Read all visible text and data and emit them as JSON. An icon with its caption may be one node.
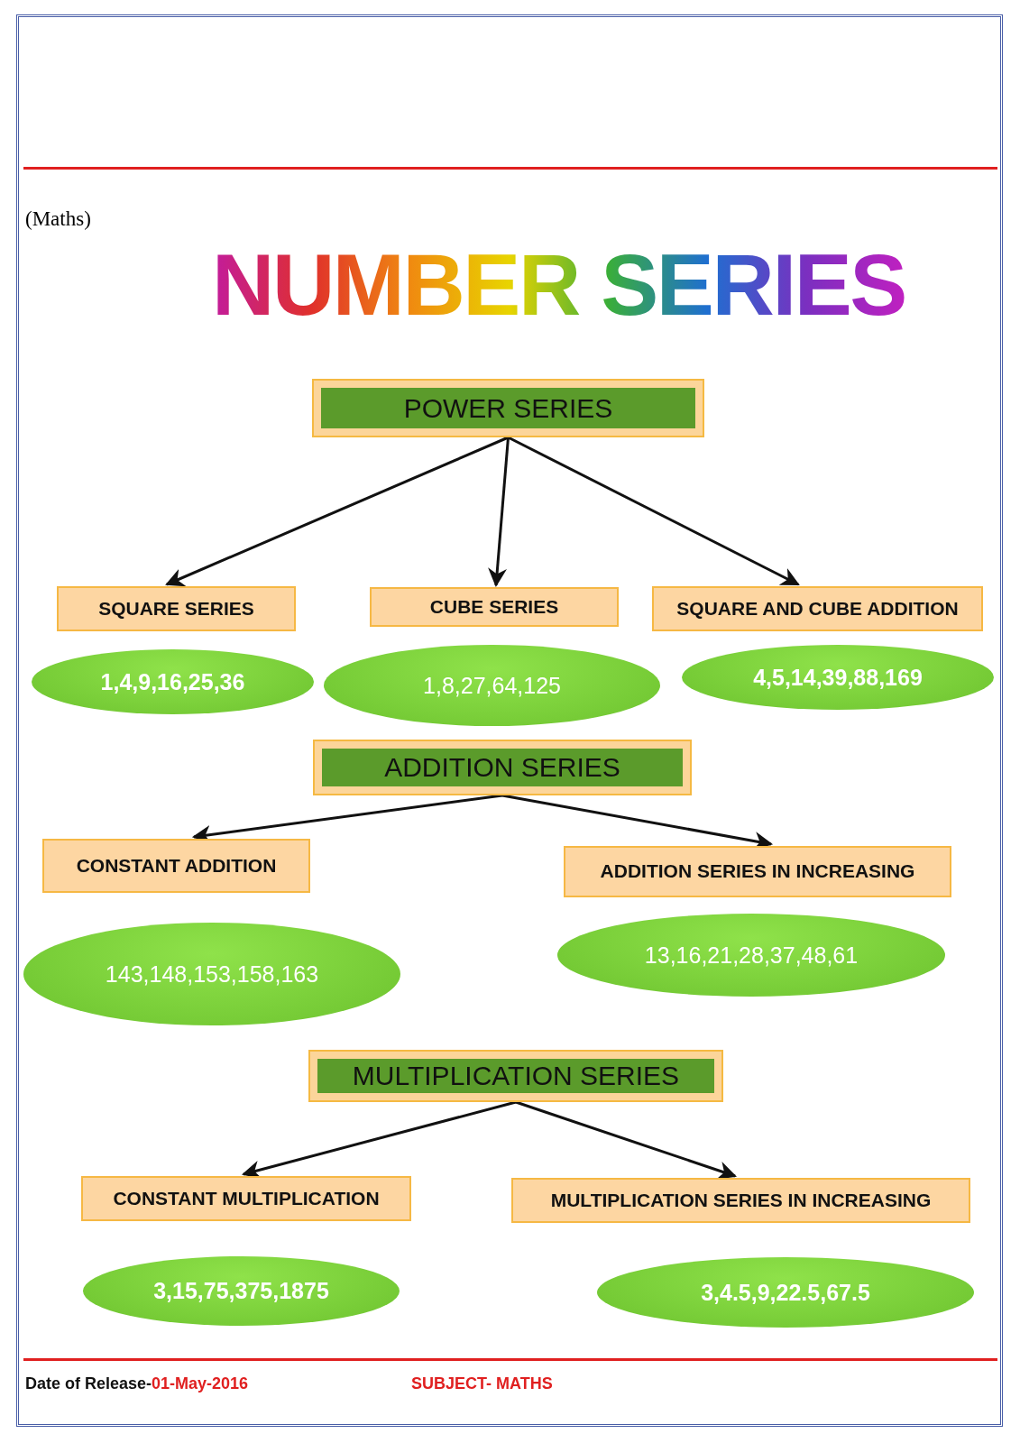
{
  "diagram": {
    "title": "NUMBER SERIES",
    "nodes": [
      {
        "text": [
          "POWER SERIES"
        ]
      },
      {
        "text": [
          "SQUARE SERIES"
        ]
      },
      {
        "text": [
          "CUBE SERIES"
        ]
      },
      {
        "text": [
          "SQUARE AND CUBE ADDITION"
        ]
      },
      {
        "text": [
          "1,4,9,16,25,36"
        ]
      },
      {
        "text": [
          "1,8,27,64,125"
        ]
      },
      {
        "text": [
          "4,5,14,39,88,169"
        ]
      },
      {
        "text": [
          "ADDITION SERIES"
        ]
      },
      {
        "text": [
          "CONSTANT ADDITION"
        ]
      },
      {
        "text": [
          "ADDITION SERIES IN INCREASING"
        ]
      },
      {
        "text": [
          "143,148,153,158,163"
        ]
      },
      {
        "text": [
          "13,16,21,28,37,48,61"
        ]
      },
      {
        "text": [
          "MULTIPLICATION SERIES"
        ]
      },
      {
        "text": [
          "CONSTANT MULTIPLICATION"
        ]
      },
      {
        "text": [
          "MULTIPLICATION SERIES IN INCREASING"
        ]
      },
      {
        "text": [
          "3,15,75,375,1875"
        ]
      },
      {
        "text": [
          "3,4.5,9,22.5,67.5"
        ]
      }
    ],
    "edges": [
      {
        "from": 0,
        "to": 1,
        "arrow": "to"
      },
      {
        "from": 0,
        "to": 2,
        "arrow": "to"
      },
      {
        "from": 0,
        "to": 3,
        "arrow": "to"
      },
      {
        "from": 7,
        "to": 8,
        "arrow": "to"
      },
      {
        "from": 7,
        "to": 9,
        "arrow": "to"
      },
      {
        "from": 12,
        "to": 13,
        "arrow": "to"
      },
      {
        "from": 12,
        "to": 14,
        "arrow": "to"
      }
    ],
    "labels": [
      "(Maths)",
      "Date of Release-",
      "01-May-2016",
      "SUBJECT- MATHS"
    ]
  }
}
